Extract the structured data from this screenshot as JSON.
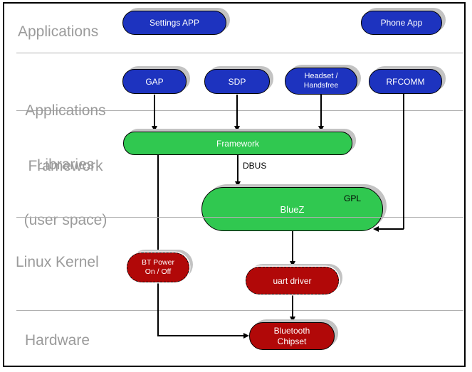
{
  "layers": {
    "applications": {
      "label": "Applications"
    },
    "applications_framework": {
      "line1": "Applications",
      "line2": "Framework"
    },
    "libraries": {
      "line1": "Libraries",
      "line2": "(user space)"
    },
    "linux_kernel": {
      "label": "Linux Kernel"
    },
    "hardware": {
      "label": "Hardware"
    }
  },
  "nodes": {
    "settings_app": {
      "label": "Settings APP",
      "color": "#1d33bf"
    },
    "phone_app": {
      "label": "Phone App",
      "color": "#1d33bf"
    },
    "gap": {
      "label": "GAP",
      "color": "#1d33bf"
    },
    "sdp": {
      "label": "SDP",
      "color": "#1d33bf"
    },
    "headset": {
      "line1": "Headset /",
      "line2": "Handsfree",
      "color": "#1d33bf"
    },
    "rfcomm": {
      "label": "RFCOMM",
      "color": "#1d33bf"
    },
    "framework": {
      "label": "Framework",
      "color": "#30c850"
    },
    "bluez": {
      "label": "BlueZ",
      "badge": "GPL",
      "color": "#30c850"
    },
    "bt_power": {
      "line1": "BT Power",
      "line2": "On / Off",
      "color": "#b10808"
    },
    "uart_driver": {
      "label": "uart driver",
      "color": "#b10808"
    },
    "bluetooth_chipset": {
      "line1": "Bluetooth",
      "line2": "Chipset",
      "color": "#b10808"
    }
  },
  "connections": [
    {
      "from": "gap",
      "to": "framework"
    },
    {
      "from": "sdp",
      "to": "framework"
    },
    {
      "from": "headset",
      "to": "framework"
    },
    {
      "from": "rfcomm",
      "to": "bluez"
    },
    {
      "from": "framework",
      "to": "bluez",
      "label": "DBUS"
    },
    {
      "from": "framework",
      "via": "bt_power",
      "to": "bluetooth_chipset"
    },
    {
      "from": "bluez",
      "to": "uart_driver"
    },
    {
      "from": "uart_driver",
      "to": "bluetooth_chipset"
    }
  ],
  "colors": {
    "app_blue": "#1d33bf",
    "lib_green": "#30c850",
    "kernel_red": "#b10808",
    "layer_label_gray": "#9b9b9b",
    "separator_gray": "#b0b0b0",
    "shadow_gray": "#c3c3c3",
    "connector_black": "#000000"
  }
}
